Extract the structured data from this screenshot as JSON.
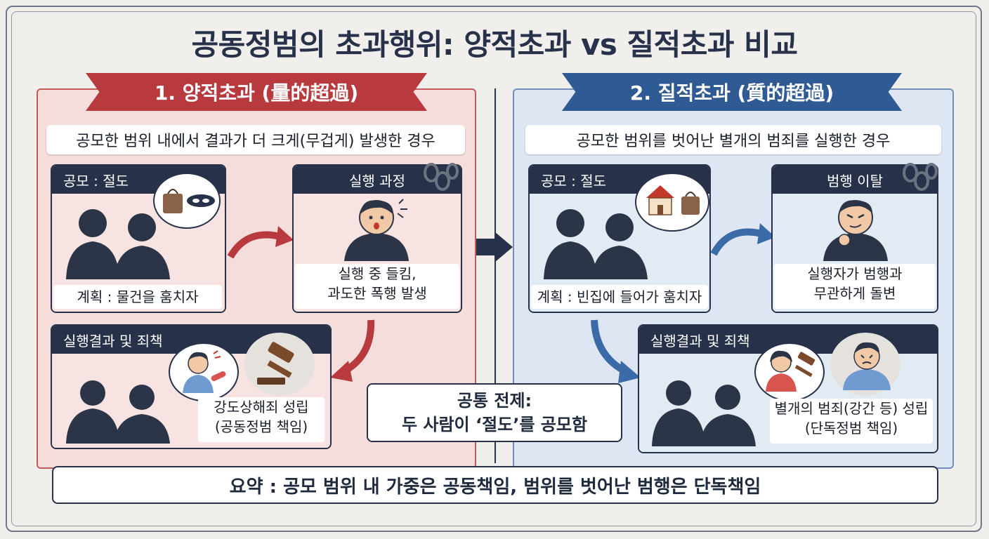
{
  "title": "공동정범의 초과행위: 양적초과 vs 질적초과 비교",
  "left": {
    "ribbon": "1. 양적초과 (量的超過)",
    "subtitle": "공모한 범위 내에서 결과가 더 크게(무겁게) 발생한 경우",
    "plan_card": {
      "header": "공모 : 절도",
      "caption": "계획 : 물건을 훔치자"
    },
    "exec_card": {
      "header": "실행 과정",
      "caption_line1": "실행 중 들킴,",
      "caption_line2": "과도한 폭행 발생"
    },
    "result_card": {
      "header": "실행결과 및 죄책",
      "caption_line1": "강도상해죄 성립",
      "caption_line2": "(공동정범 책임)"
    }
  },
  "right": {
    "ribbon": "2. 질적초과 (質的超過)",
    "subtitle": "공모한 범위를 벗어난 별개의 범죄를 실행한 경우",
    "plan_card": {
      "header": "공모 : 절도",
      "caption": "계획 : 빈집에 들어가 훔치자"
    },
    "exec_card": {
      "header": "범행 이탈",
      "caption_line1": "실행자가 범행과",
      "caption_line2": "무관하게 돌변"
    },
    "result_card": {
      "header": "실행결과 및 죄책",
      "caption_line1": "별개의 범죄(강간 등) 성립",
      "caption_line2": "(단독정범 책임)"
    }
  },
  "common": {
    "line1": "공통 전제:",
    "line2": "두 사람이 ‘절도’를 공모함"
  },
  "summary": "요약 : 공모 범위 내 가중은 공동책임, 범위를 벗어난 범행은 단독책임",
  "colors": {
    "red_accent": "#b83a3e",
    "blue_accent": "#2f5a93",
    "navy": "#27324a",
    "left_bg": "#f5dddc",
    "right_bg": "#dde6f2"
  }
}
